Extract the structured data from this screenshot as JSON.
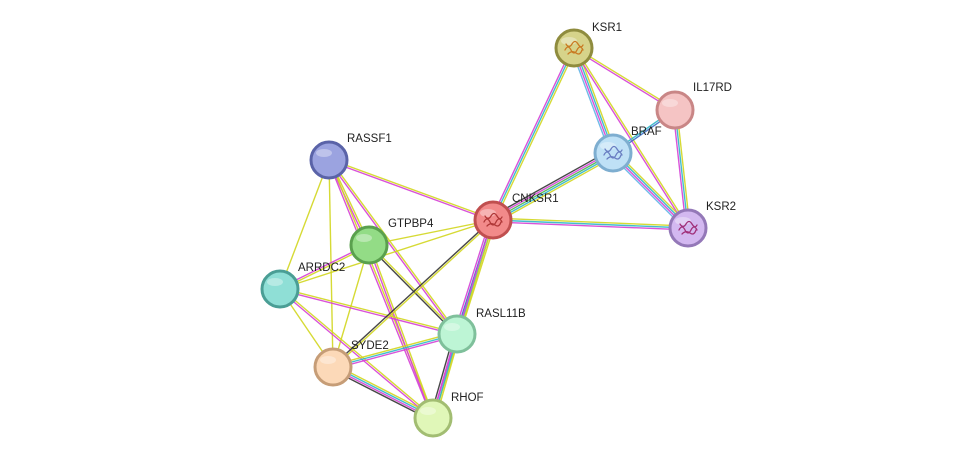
{
  "network": {
    "nodes": [
      {
        "id": "KSR1",
        "label": "KSR1",
        "fill": "#d6d38a",
        "stroke": "#8f8c3e",
        "structure": true,
        "structure_color": "#c97a22"
      },
      {
        "id": "IL17RD",
        "label": "IL17RD",
        "fill": "#f5c4c4",
        "stroke": "#c98686",
        "structure": false
      },
      {
        "id": "BRAF",
        "label": "BRAF",
        "fill": "#bfe1f6",
        "stroke": "#7eaed0",
        "structure": true,
        "structure_color": "#6a7fc2"
      },
      {
        "id": "RASSF1",
        "label": "RASSF1",
        "fill": "#9ba3e0",
        "stroke": "#5a63a8",
        "structure": false
      },
      {
        "id": "CNKSR1",
        "label": "CNKSR1",
        "fill": "#f28a8a",
        "stroke": "#c04f4f",
        "structure": true,
        "structure_color": "#b03838"
      },
      {
        "id": "KSR2",
        "label": "KSR2",
        "fill": "#d3b8f0",
        "stroke": "#9478b8",
        "structure": true,
        "structure_color": "#a0307a"
      },
      {
        "id": "GTPBP4",
        "label": "GTPBP4",
        "fill": "#93dc86",
        "stroke": "#5aa04e",
        "structure": false
      },
      {
        "id": "ARRDC2",
        "label": "ARRDC2",
        "fill": "#8fdfd6",
        "stroke": "#4a9e95",
        "structure": false
      },
      {
        "id": "RASL11B",
        "label": "RASL11B",
        "fill": "#bdf5d5",
        "stroke": "#7fc09b",
        "structure": false
      },
      {
        "id": "SYDE2",
        "label": "SYDE2",
        "fill": "#fcd9b8",
        "stroke": "#c69d77",
        "structure": false
      },
      {
        "id": "RHOF",
        "label": "RHOF",
        "fill": "#e0f7b8",
        "stroke": "#a2bd72",
        "structure": false
      }
    ],
    "edges": [
      {
        "from": "KSR1",
        "to": "IL17RD",
        "evidence": [
          "#d1d61f",
          "#d540d5"
        ]
      },
      {
        "from": "KSR1",
        "to": "BRAF",
        "evidence": [
          "#d1d61f",
          "#2fb6c9",
          "#d540d5",
          "#5fb3e6"
        ]
      },
      {
        "from": "KSR1",
        "to": "KSR2",
        "evidence": [
          "#d1d61f",
          "#d540d5"
        ]
      },
      {
        "from": "KSR1",
        "to": "CNKSR1",
        "evidence": [
          "#d1d61f",
          "#2fb6c9",
          "#d540d5"
        ]
      },
      {
        "from": "IL17RD",
        "to": "BRAF",
        "evidence": [
          "#3a6fc4",
          "#2fb6c9"
        ]
      },
      {
        "from": "IL17RD",
        "to": "KSR2",
        "evidence": [
          "#d1d61f",
          "#2fb6c9",
          "#d540d5"
        ]
      },
      {
        "from": "BRAF",
        "to": "KSR2",
        "evidence": [
          "#d1d61f",
          "#2fb6c9",
          "#d540d5",
          "#5fb3e6"
        ]
      },
      {
        "from": "BRAF",
        "to": "CNKSR1",
        "evidence": [
          "#d1d61f",
          "#2fb6c9",
          "#4ab54a",
          "#d540d5",
          "#333333"
        ]
      },
      {
        "from": "CNKSR1",
        "to": "KSR2",
        "evidence": [
          "#d1d61f",
          "#2fb6c9",
          "#d540d5"
        ]
      },
      {
        "from": "RASSF1",
        "to": "CNKSR1",
        "evidence": [
          "#d1d61f",
          "#d540d5"
        ]
      },
      {
        "from": "RASSF1",
        "to": "GTPBP4",
        "evidence": [
          "#d1d61f",
          "#d540d5"
        ]
      },
      {
        "from": "RASSF1",
        "to": "ARRDC2",
        "evidence": [
          "#d1d61f"
        ]
      },
      {
        "from": "RASSF1",
        "to": "SYDE2",
        "evidence": [
          "#d1d61f"
        ]
      },
      {
        "from": "RASSF1",
        "to": "RASL11B",
        "evidence": [
          "#d1d61f",
          "#d540d5"
        ]
      },
      {
        "from": "RASSF1",
        "to": "RHOF",
        "evidence": [
          "#d1d61f",
          "#d540d5"
        ]
      },
      {
        "from": "GTPBP4",
        "to": "CNKSR1",
        "evidence": [
          "#d1d61f"
        ]
      },
      {
        "from": "GTPBP4",
        "to": "ARRDC2",
        "evidence": [
          "#d1d61f",
          "#d540d5"
        ]
      },
      {
        "from": "GTPBP4",
        "to": "RASL11B",
        "evidence": [
          "#d1d61f",
          "#333333"
        ]
      },
      {
        "from": "GTPBP4",
        "to": "SYDE2",
        "evidence": [
          "#d1d61f"
        ]
      },
      {
        "from": "GTPBP4",
        "to": "RHOF",
        "evidence": [
          "#d1d61f",
          "#d540d5"
        ]
      },
      {
        "from": "ARRDC2",
        "to": "CNKSR1",
        "evidence": [
          "#d1d61f"
        ]
      },
      {
        "from": "ARRDC2",
        "to": "RASL11B",
        "evidence": [
          "#d1d61f",
          "#d540d5"
        ]
      },
      {
        "from": "ARRDC2",
        "to": "SYDE2",
        "evidence": [
          "#d1d61f"
        ]
      },
      {
        "from": "ARRDC2",
        "to": "RHOF",
        "evidence": [
          "#d1d61f",
          "#d540d5"
        ]
      },
      {
        "from": "CNKSR1",
        "to": "RASL11B",
        "evidence": [
          "#d1d61f",
          "#2fb6c9",
          "#3a6fc4",
          "#d540d5"
        ]
      },
      {
        "from": "CNKSR1",
        "to": "SYDE2",
        "evidence": [
          "#d1d61f",
          "#333333"
        ]
      },
      {
        "from": "CNKSR1",
        "to": "RHOF",
        "evidence": [
          "#d1d61f",
          "#d540d5"
        ]
      },
      {
        "from": "SYDE2",
        "to": "RASL11B",
        "evidence": [
          "#d1d61f",
          "#2fb6c9",
          "#d540d5"
        ]
      },
      {
        "from": "SYDE2",
        "to": "RHOF",
        "evidence": [
          "#d1d61f",
          "#2fb6c9",
          "#d540d5",
          "#333333"
        ]
      },
      {
        "from": "RASL11B",
        "to": "RHOF",
        "evidence": [
          "#d1d61f",
          "#2fb6c9",
          "#d540d5",
          "#333333"
        ]
      }
    ]
  }
}
